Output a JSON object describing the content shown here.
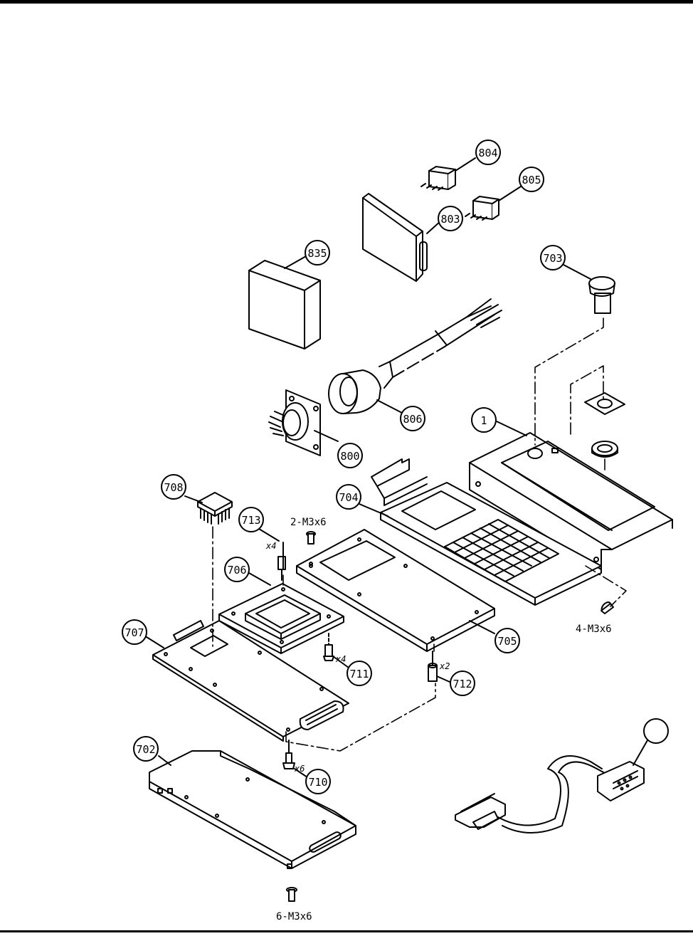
{
  "diagram": {
    "callouts": [
      {
        "id": "804",
        "label": "804"
      },
      {
        "id": "805",
        "label": "805"
      },
      {
        "id": "803",
        "label": "803"
      },
      {
        "id": "835",
        "label": "835"
      },
      {
        "id": "703",
        "label": "703"
      },
      {
        "id": "806",
        "label": "806"
      },
      {
        "id": "1",
        "label": "1"
      },
      {
        "id": "800",
        "label": "800"
      },
      {
        "id": "708",
        "label": "708"
      },
      {
        "id": "704",
        "label": "704"
      },
      {
        "id": "713",
        "label": "713"
      },
      {
        "id": "706",
        "label": "706"
      },
      {
        "id": "707",
        "label": "707"
      },
      {
        "id": "711",
        "label": "711"
      },
      {
        "id": "712",
        "label": "712"
      },
      {
        "id": "705",
        "label": "705"
      },
      {
        "id": "702",
        "label": "702"
      },
      {
        "id": "710",
        "label": "710"
      },
      {
        "id": "blank",
        "label": ""
      }
    ],
    "notes": {
      "screw_2": "2-M3x6",
      "screw_4": "4-M3x6",
      "screw_6": "6-M3x6",
      "qty_713": "x4",
      "qty_711": "x4",
      "qty_712": "x2",
      "qty_710": "x6"
    }
  }
}
